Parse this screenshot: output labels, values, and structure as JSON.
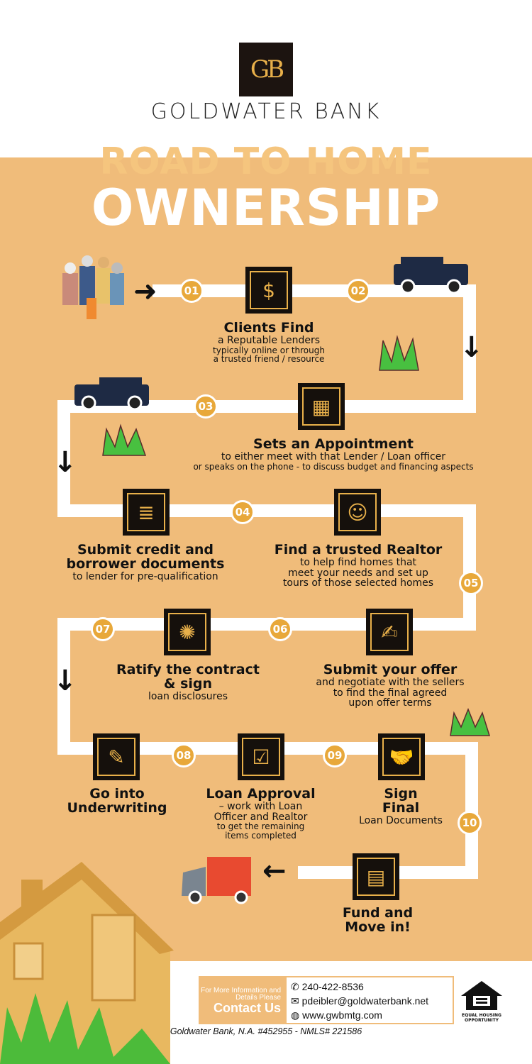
{
  "brand": {
    "logo": "GB",
    "name": "GOLDWATER BANK"
  },
  "title": {
    "line1": "ROAD TO HOME",
    "line2": "OWNERSHIP"
  },
  "colors": {
    "background": "#F0BC7A",
    "accent": "#E8A83A",
    "road": "#FFFFFF",
    "icon_bg": "#15100C"
  },
  "steps": [
    {
      "num": "01",
      "icon": "hand-coin-icon",
      "title": "Clients Find",
      "lines": [
        "a Reputable Lenders",
        "typically online or through",
        "a trusted friend / resource"
      ]
    },
    {
      "num": "02"
    },
    {
      "num": "03",
      "icon": "calendar-icon",
      "title": "Sets an Appointment",
      "lines": [
        "to either meet with that Lender / Loan officer",
        "or speaks on the phone -  to discuss budget and financing aspects"
      ]
    },
    {
      "num": "04",
      "icon": "document-icon",
      "title": "Submit credit and borrower documents",
      "lines": [
        "to lender for pre-qualification"
      ]
    },
    {
      "num": "05",
      "icon": "realtor-icon",
      "title": "Find a trusted Realtor",
      "lines": [
        "to help find homes that",
        "meet your needs and set up",
        "tours of those selected homes"
      ]
    },
    {
      "num": "06",
      "icon": "offer-icon",
      "title": "Submit your offer",
      "lines": [
        "and negotiate with the sellers",
        "to find the final agreed",
        "upon offer terms"
      ]
    },
    {
      "num": "07",
      "icon": "certificate-icon",
      "title": "Ratify the contract & sign",
      "lines": [
        "loan disclosures"
      ]
    },
    {
      "num": "08",
      "icon": "underwriting-icon",
      "title": "Go into Underwriting",
      "lines": []
    },
    {
      "num": "09",
      "icon": "checkbox-icon",
      "title": "Loan Approval",
      "lines": [
        "– work with Loan",
        "Officer and Realtor",
        "to get the remaining",
        "items completed"
      ]
    },
    {
      "num": "10",
      "icon": "handshake-icon",
      "title": "Sign Final",
      "lines": [
        "Loan Documents"
      ]
    },
    {
      "icon": "money-icon",
      "title": "Fund and Move in!",
      "lines": []
    }
  ],
  "contact": {
    "prompt": "For More Information and Details Please",
    "cta": "Contact Us",
    "phone": "240-422-8536",
    "email": "pdeibler@goldwaterbank.net",
    "website": "www.gwbmtg.com"
  },
  "footer": "Goldwater Bank, N.A. #452955  - NMLS# 221586",
  "eho": "EQUAL HOUSING OPPORTUNITY"
}
